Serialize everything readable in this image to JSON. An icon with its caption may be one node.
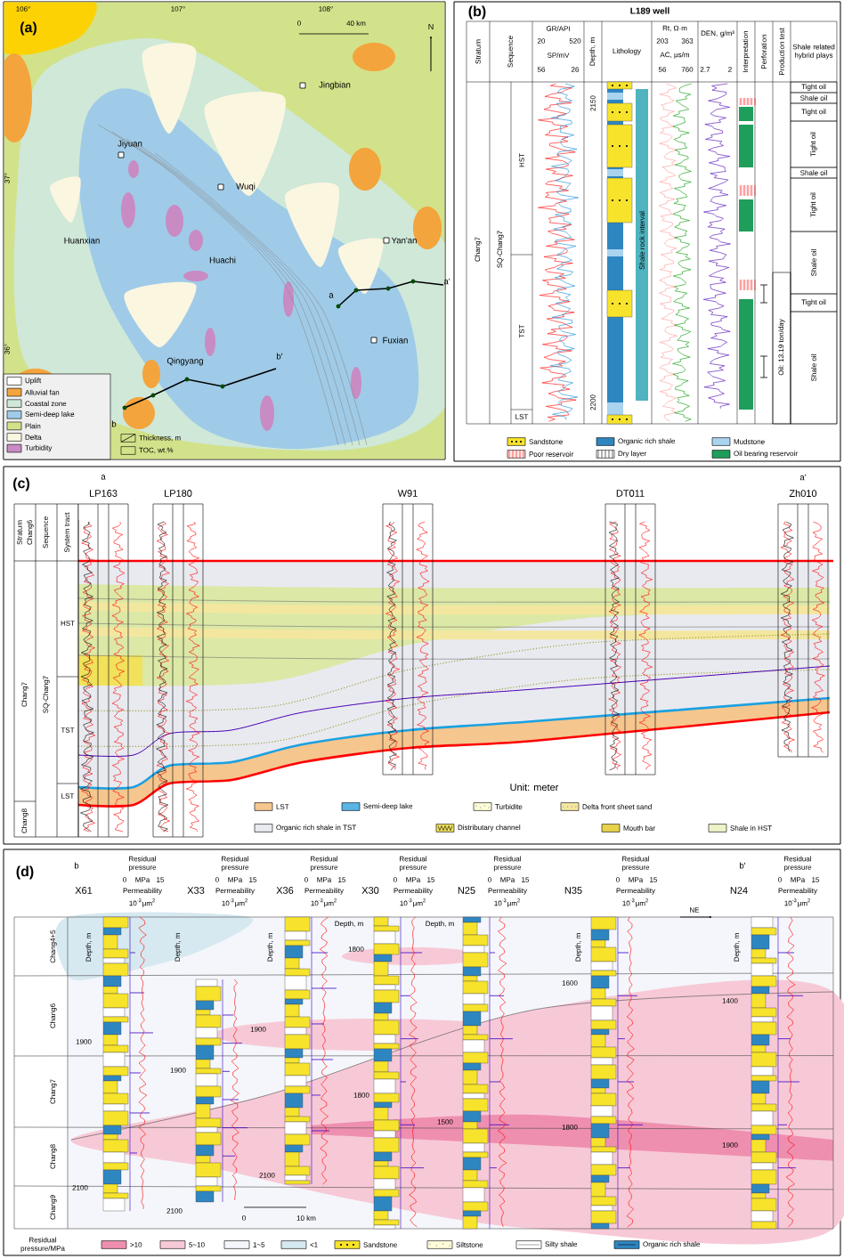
{
  "diagram": {
    "labels": [
      "(a)",
      "106°",
      "107°",
      "108°",
      "37°",
      "36°",
      "0",
      "40 km",
      "N",
      "Jingbian",
      "Jiyuan",
      "Wuqi",
      "Huanxian",
      "Huachi",
      "Yan'an",
      "Fuxian",
      "Qingyang",
      "a",
      "a'",
      "b",
      "b'",
      "(b)",
      "L189 well",
      "Stratum",
      "Sequence",
      "GR/API",
      "20",
      "520",
      "SP/mV",
      "56",
      "26",
      "Depth, m",
      "Lithology",
      "Rt, Ω·m",
      "203",
      "363",
      "AC, μs/m",
      "56",
      "760",
      "DEN, g/m³",
      "2.7",
      "2",
      "Interpretation",
      "Perforation",
      "Production test",
      "Shale related hybrid plays",
      "Chang7",
      "SQ-Chang7",
      "HST",
      "TST",
      "LST",
      "2150",
      "2200",
      "Shale rock interval",
      "Oil: 13.19 ton/day",
      "Tight oil",
      "Shale oil",
      "Tight oil",
      "Tight oil",
      "Shale oil",
      "Tight oil",
      "Shale oil",
      "Tight oil",
      "Shale oil",
      "(c)",
      "a",
      "LP163",
      "LP180",
      "W91",
      "DT011",
      "a'",
      "Zh010",
      "Stratum",
      "Chang6",
      "Sequence",
      "System tract",
      "Chang7",
      "SQ-Chang7",
      "HST",
      "TST",
      "LST",
      "Chang8",
      "Unit: meter",
      "(d)",
      "b",
      "X61",
      "X33",
      "X36",
      "X30",
      "N25",
      "N35",
      "b'",
      "N24",
      "Residual pressure",
      "0",
      "MPa",
      "15",
      "Permeability",
      "10$^{-3}$μm$^{2}$",
      "Residual pressure",
      "0",
      "MPa",
      "15",
      "Permeability",
      "10$^{-3}$μm$^{2}$",
      "Residual pressure",
      "0",
      "MPa",
      "15",
      "Permeability",
      "10$^{-3}$μm$^{2}$",
      "Residual pressure",
      "0",
      "MPa",
      "15",
      "Permeability",
      "10$^{-3}$μm$^{2}$",
      "Residual pressure",
      "0",
      "MPa",
      "15",
      "Permeability",
      "10$^{-3}$μm$^{2}$",
      "Residual pressure",
      "0",
      "MPa",
      "15",
      "Permeability",
      "10$^{-3}$μm$^{2}$",
      "Residual pressure",
      "0",
      "MPa",
      "15",
      "Permeability",
      "10$^{-3}$μm$^{2}$",
      "Chang4+5",
      "Chang6",
      "Chang7",
      "Chang8",
      "Chang9",
      "Depth, m",
      "Depth, m",
      "Depth, m",
      "Depth, m",
      "Depth, m",
      "Depth, m",
      "Depth, m",
      "1800",
      "1600",
      "1400",
      "1900",
      "1900",
      "1900",
      "1800",
      "1500",
      "1800",
      "1900",
      "2100",
      "2100",
      "2100",
      "NE",
      "0",
      "10 km",
      "Residual pressure/MPa"
    ],
    "legend": [
      {
        "text": "Uplift",
        "color": "#ffffff"
      },
      {
        "text": "Alluvial fan",
        "color": "#f4a43c"
      },
      {
        "text": "Coastal zone",
        "color": "#cfe8d8"
      },
      {
        "text": "Semi-deep lake",
        "color": "#9fcbe8"
      },
      {
        "text": "Plain",
        "color": "#d2e28a"
      },
      {
        "text": "Delta",
        "color": "#fbf6e0"
      },
      {
        "text": "Turbidity",
        "color": "#c98bc4"
      },
      {
        "text": "Thickness, m"
      },
      {
        "text": "TOC, wt.%"
      },
      {
        "text": "Sandstone"
      },
      {
        "text": "Organic rich shale",
        "color": "#2e86c1"
      },
      {
        "text": "Mudstone",
        "color": "#a9d3ee"
      },
      {
        "text": "Poor reservoir"
      },
      {
        "text": "Dry layer"
      },
      {
        "text": "Oil bearing reservoir",
        "color": "#1e9e5a"
      },
      {
        "text": "LST",
        "color": "#f5c68e"
      },
      {
        "text": "Semi-deep lake",
        "color": "#5ab4e6"
      },
      {
        "text": "Turbidite"
      },
      {
        "text": "Delta front sheet sand"
      },
      {
        "text": "Organic rich shale in TST",
        "color": "#e8eaf0"
      },
      {
        "text": "Distributary channel"
      },
      {
        "text": "Mouth bar"
      },
      {
        "text": "Shale in HST",
        "color": "#eef2c8"
      },
      {
        "text": ">10",
        "color": "#ef8fb0"
      },
      {
        "text": "5~10",
        "color": "#f7c9d6"
      },
      {
        "text": "1~5",
        "color": "#f4f6fb"
      },
      {
        "text": "<1",
        "color": "#d6e8f0"
      },
      {
        "text": "Sandstone"
      },
      {
        "text": "Siltstone"
      },
      {
        "text": "Silty shale"
      },
      {
        "text": "Organic rich shale",
        "color": "#2e86c1"
      }
    ]
  }
}
